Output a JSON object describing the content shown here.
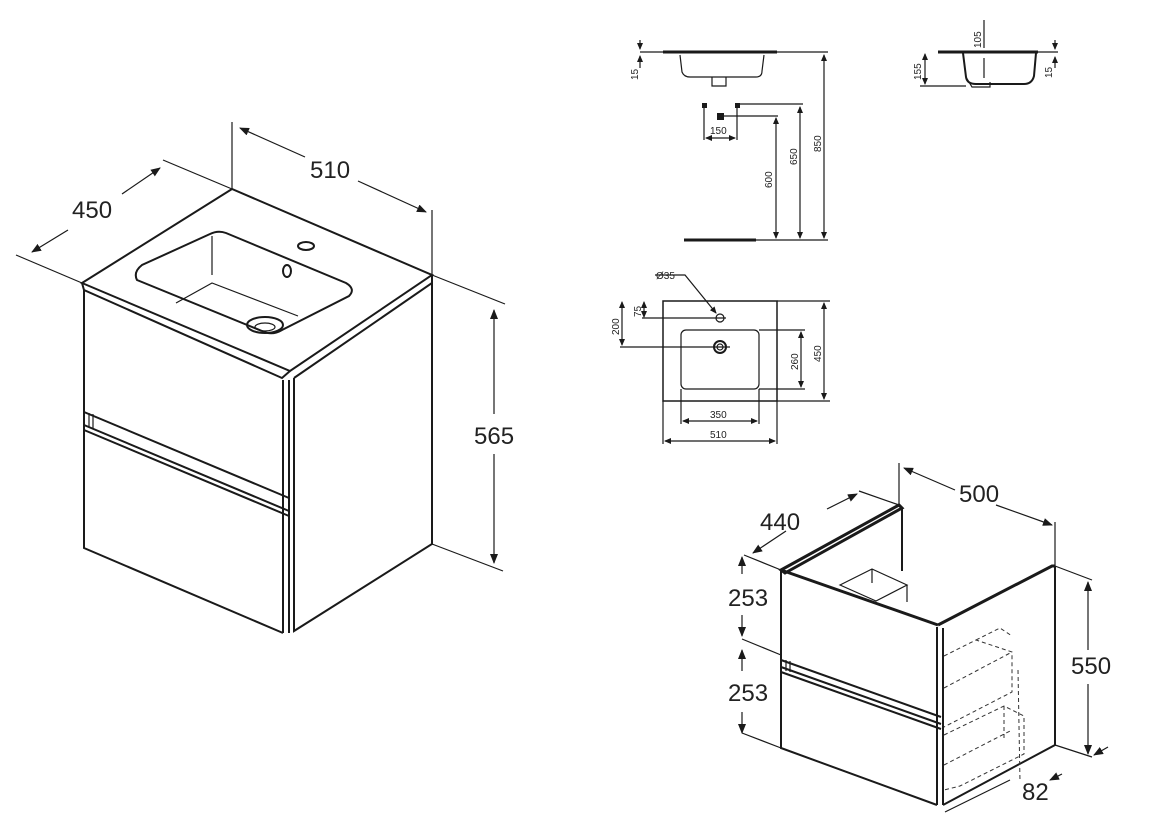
{
  "drawing": {
    "colors": {
      "line": "#1a1a1a",
      "background": "#ffffff",
      "text": "#222222"
    },
    "iso_vanity_with_basin": {
      "width_label": "510",
      "depth_label": "450",
      "height_label": "565"
    },
    "basin_side_elevation": {
      "rim_thickness_label": "15",
      "waste_spacing_label": "150",
      "waste_height_label": "600",
      "supply_height_label": "650",
      "overall_height_label": "850"
    },
    "basin_section": {
      "bowl_depth_label": "105",
      "total_depth_label": "155",
      "rim_label": "15"
    },
    "basin_plan": {
      "tap_hole_label": "Ø35",
      "tap_offset_label": "75",
      "waste_offset_label": "200",
      "bowl_depth_label": "260",
      "overall_depth_label": "450",
      "bowl_width_label": "350",
      "overall_width_label": "510"
    },
    "iso_vanity_unit": {
      "width_label": "500",
      "depth_label": "440",
      "drawer_top_label": "253",
      "drawer_bottom_label": "253",
      "height_label": "550",
      "plinth_label": "82"
    }
  }
}
